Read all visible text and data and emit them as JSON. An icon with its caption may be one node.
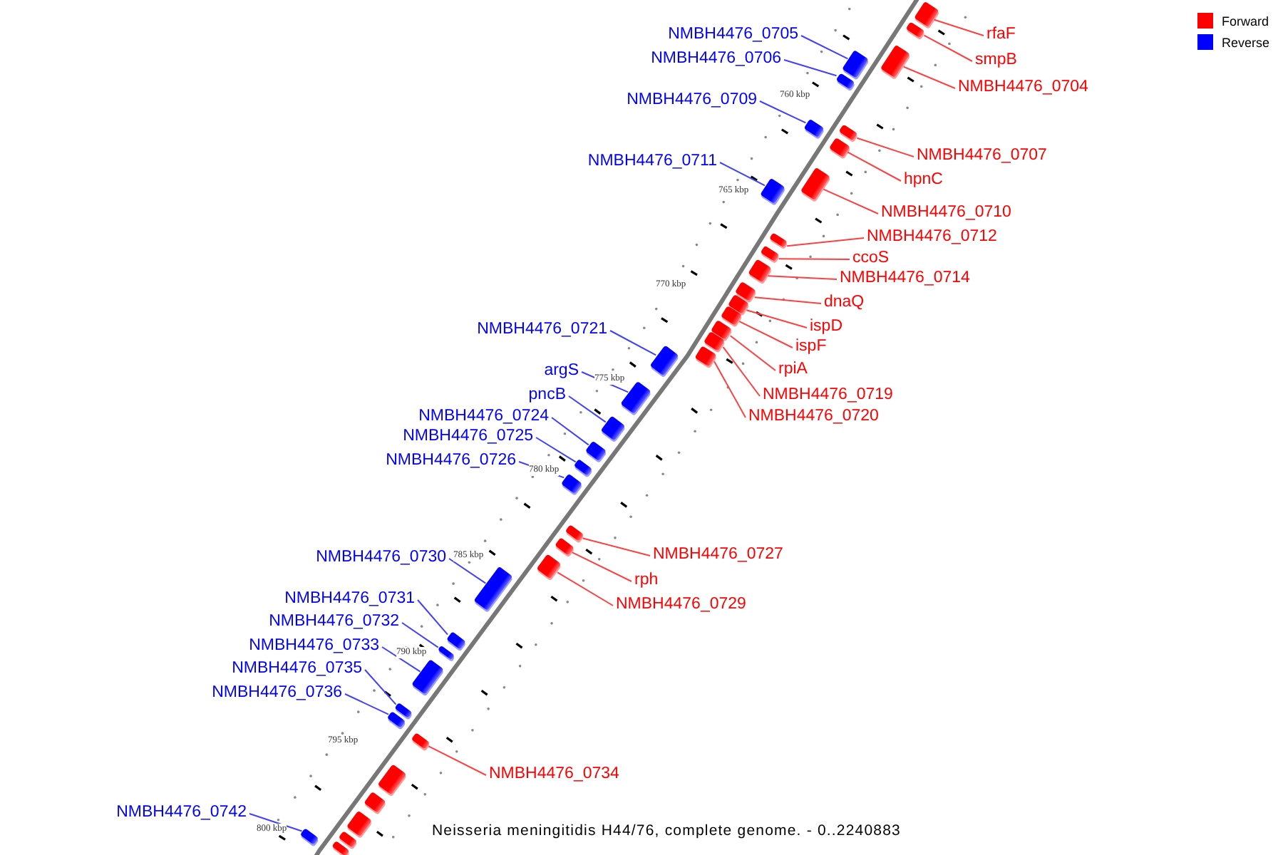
{
  "diagram": {
    "caption": "Neisseria meningitidis H44/76, complete genome. - 0..2240883",
    "nodes": [
      {
        "text": [
          "rfaF"
        ]
      },
      {
        "text": [],
        "shape": "box"
      },
      {
        "text": [
          "NMBH4476_0705"
        ]
      },
      {
        "text": [],
        "shape": "box"
      },
      {
        "text": [
          "NMBH4476_0706"
        ]
      },
      {
        "text": [],
        "shape": "box"
      },
      {
        "text": [
          "smpB"
        ]
      },
      {
        "text": [],
        "shape": "box"
      },
      {
        "text": [
          "NMBH4476_0704"
        ]
      },
      {
        "text": [],
        "shape": "box"
      },
      {
        "text": [
          "NMBH4476_0709"
        ]
      },
      {
        "text": [],
        "shape": "box"
      },
      {
        "text": [
          "NMBH4476_0707"
        ]
      },
      {
        "text": [],
        "shape": "box"
      },
      {
        "text": [
          "NMBH4476_0711"
        ]
      },
      {
        "text": [],
        "shape": "box"
      },
      {
        "text": [
          "hpnC"
        ]
      },
      {
        "text": [],
        "shape": "box"
      },
      {
        "text": [
          "NMBH4476_0710"
        ]
      },
      {
        "text": [],
        "shape": "box"
      },
      {
        "text": [
          "NMBH4476_0712"
        ]
      },
      {
        "text": [],
        "shape": "box"
      },
      {
        "text": [
          "ccoS"
        ]
      },
      {
        "text": [],
        "shape": "box"
      },
      {
        "text": [
          "NMBH4476_0714"
        ]
      },
      {
        "text": [],
        "shape": "box"
      },
      {
        "text": [
          "dnaQ"
        ]
      },
      {
        "text": [],
        "shape": "box"
      },
      {
        "text": [
          "ispD"
        ]
      },
      {
        "text": [],
        "shape": "box"
      },
      {
        "text": [
          "NMBH4476_0721"
        ]
      },
      {
        "text": [],
        "shape": "box"
      },
      {
        "text": [
          "ispF"
        ]
      },
      {
        "text": [],
        "shape": "box"
      },
      {
        "text": [
          "rpiA"
        ]
      },
      {
        "text": [],
        "shape": "box"
      },
      {
        "text": [
          "argS"
        ]
      },
      {
        "text": [],
        "shape": "box"
      },
      {
        "text": [
          "NMBH4476_0719"
        ]
      },
      {
        "text": [],
        "shape": "box"
      },
      {
        "text": [
          "pncB"
        ]
      },
      {
        "text": [],
        "shape": "box"
      },
      {
        "text": [
          "NMBH4476_0724"
        ]
      },
      {
        "text": [],
        "shape": "box"
      },
      {
        "text": [
          "NMBH4476_0720"
        ]
      },
      {
        "text": [],
        "shape": "box"
      },
      {
        "text": [
          "NMBH4476_0725"
        ]
      },
      {
        "text": [],
        "shape": "box"
      },
      {
        "text": [
          "NMBH4476_0726"
        ]
      },
      {
        "text": [],
        "shape": "box"
      },
      {
        "text": [
          "NMBH4476_0727"
        ]
      },
      {
        "text": [],
        "shape": "box"
      },
      {
        "text": [
          "NMBH4476_0730"
        ]
      },
      {
        "text": [],
        "shape": "box"
      },
      {
        "text": [
          "rph"
        ]
      },
      {
        "text": [],
        "shape": "box"
      },
      {
        "text": [
          "NMBH4476_0731"
        ]
      },
      {
        "text": [],
        "shape": "box"
      },
      {
        "text": [
          "NMBH4476_0729"
        ]
      },
      {
        "text": [],
        "shape": "box"
      },
      {
        "text": [
          "NMBH4476_0732"
        ]
      },
      {
        "text": [],
        "shape": "box"
      },
      {
        "text": [
          "NMBH4476_0733"
        ]
      },
      {
        "text": [],
        "shape": "box"
      },
      {
        "text": [
          "NMBH4476_0735"
        ]
      },
      {
        "text": [],
        "shape": "box"
      },
      {
        "text": [
          "NMBH4476_0736"
        ]
      },
      {
        "text": [],
        "shape": "box"
      },
      {
        "text": [
          "NMBH4476_0734"
        ]
      },
      {
        "text": [],
        "shape": "box"
      },
      {
        "text": [
          "NMBH4476_0742"
        ]
      },
      {
        "text": [],
        "shape": "box"
      },
      {
        "text": [],
        "shape": "box"
      },
      {
        "text": [],
        "shape": "box"
      },
      {
        "text": [],
        "shape": "box"
      },
      {
        "text": [],
        "shape": "box"
      },
      {
        "text": [],
        "shape": "box"
      }
    ],
    "edges": [
      {
        "from": 0,
        "to": 1,
        "arrow": "none"
      },
      {
        "from": 2,
        "to": 3,
        "arrow": "none",
        "color": "#4040ff"
      },
      {
        "from": 4,
        "to": 5,
        "arrow": "none",
        "color": "#4040ff"
      },
      {
        "from": 6,
        "to": 7,
        "arrow": "none"
      },
      {
        "from": 8,
        "to": 9,
        "arrow": "none"
      },
      {
        "from": 10,
        "to": 11,
        "arrow": "none",
        "color": "#4040ff"
      },
      {
        "from": 12,
        "to": 13,
        "arrow": "none"
      },
      {
        "from": 14,
        "to": 15,
        "arrow": "none",
        "color": "#4040ff"
      },
      {
        "from": 16,
        "to": 17,
        "arrow": "none"
      },
      {
        "from": 18,
        "to": 19,
        "arrow": "none"
      },
      {
        "from": 20,
        "to": 21,
        "arrow": "none"
      },
      {
        "from": 22,
        "to": 23,
        "arrow": "none"
      },
      {
        "from": 24,
        "to": 25,
        "arrow": "none"
      },
      {
        "from": 26,
        "to": 27,
        "arrow": "none"
      },
      {
        "from": 28,
        "to": 29,
        "arrow": "none"
      },
      {
        "from": 30,
        "to": 31,
        "arrow": "none",
        "color": "#4040ff"
      },
      {
        "from": 32,
        "to": 33,
        "arrow": "none"
      },
      {
        "from": 34,
        "to": 35,
        "arrow": "none"
      },
      {
        "from": 36,
        "to": 37,
        "arrow": "none",
        "color": "#4040ff"
      },
      {
        "from": 38,
        "to": 39,
        "arrow": "none"
      },
      {
        "from": 40,
        "to": 41,
        "arrow": "none",
        "color": "#4040ff"
      },
      {
        "from": 42,
        "to": 43,
        "arrow": "none",
        "color": "#4040ff"
      },
      {
        "from": 44,
        "to": 45,
        "arrow": "none"
      },
      {
        "from": 46,
        "to": 47,
        "arrow": "none",
        "color": "#4040ff"
      },
      {
        "from": 48,
        "to": 49,
        "arrow": "none",
        "color": "#4040ff"
      },
      {
        "from": 50,
        "to": 51,
        "arrow": "none"
      },
      {
        "from": 52,
        "to": 53,
        "arrow": "none",
        "color": "#4040ff"
      },
      {
        "from": 54,
        "to": 55,
        "arrow": "none"
      },
      {
        "from": 56,
        "to": 57,
        "arrow": "none",
        "color": "#4040ff"
      },
      {
        "from": 58,
        "to": 59,
        "arrow": "none"
      },
      {
        "from": 60,
        "to": 61,
        "arrow": "none",
        "color": "#4040ff"
      },
      {
        "from": 62,
        "to": 63,
        "arrow": "none",
        "color": "#4040ff"
      },
      {
        "from": 64,
        "to": 65,
        "arrow": "none",
        "color": "#4040ff"
      },
      {
        "from": 66,
        "to": 67,
        "arrow": "none",
        "color": "#4040ff"
      },
      {
        "from": 68,
        "to": 69,
        "arrow": "none"
      },
      {
        "from": 70,
        "to": 71,
        "arrow": "none",
        "color": "#4040ff"
      }
    ],
    "labels": [
      "760 kbp",
      "765 kbp",
      "770 kbp",
      "775 kbp",
      "780 kbp",
      "785 kbp",
      "790 kbp",
      "795 kbp",
      "800 kbp"
    ],
    "legend": [
      {
        "text": "Forward",
        "color": "#ff0000"
      },
      {
        "text": "Reverse",
        "color": "#0000ff"
      }
    ]
  }
}
